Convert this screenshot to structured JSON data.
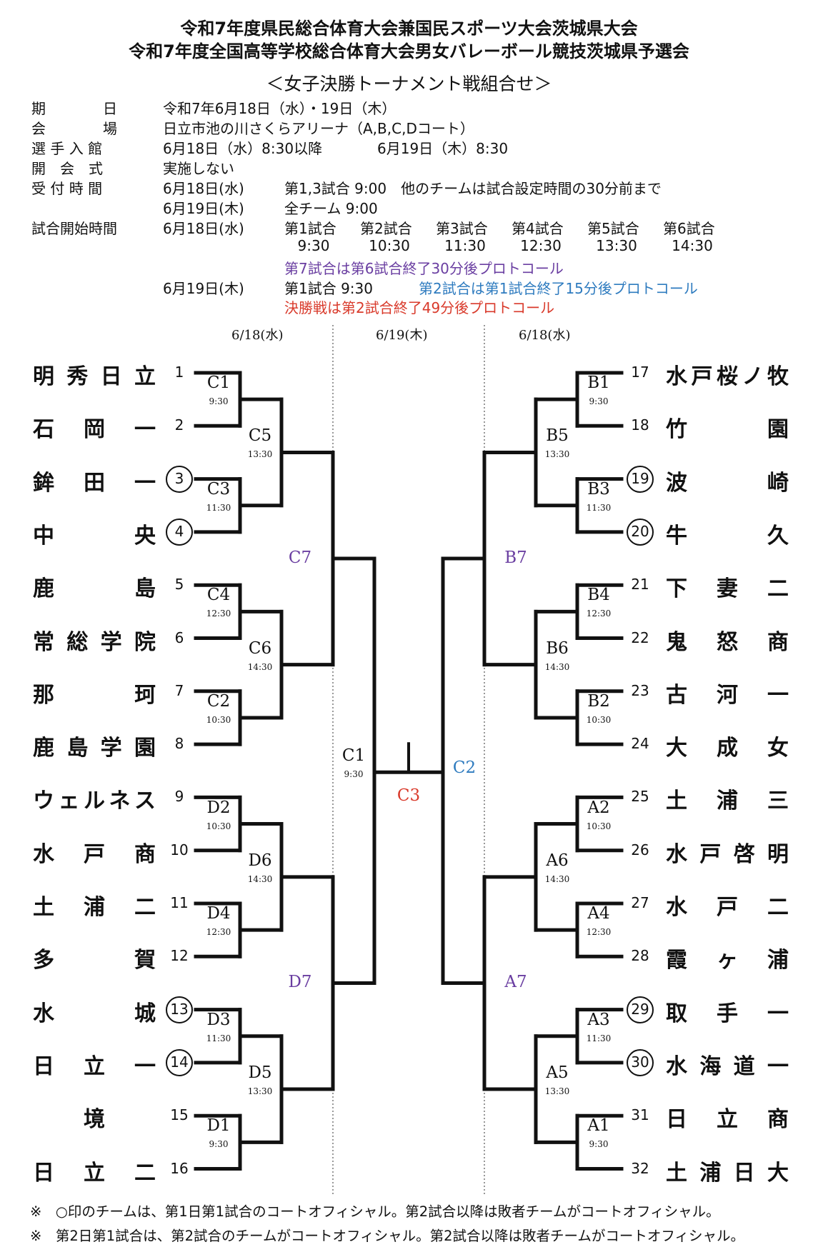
{
  "header": {
    "title1": "令和7年度県民総合体育大会兼国民スポーツ大会茨城県大会",
    "title2": "令和7年度全国高等学校総合体育大会男女バレーボール競技茨城県予選会",
    "subtitle": "＜女子決勝トーナメント戦組合せ＞"
  },
  "info": {
    "period_label": "期　　　　日",
    "period_value": "令和7年6月18日（水）・19日（木）",
    "venue_label": "会　　　　場",
    "venue_value": "日立市池の川さくらアリーナ（A,B,C,Dコート）",
    "entry_label": "選 手 入 館",
    "entry_day1": "6月18日（水）8:30以降",
    "entry_day2": "6月19日（木）8:30",
    "ceremony_label": "開　会　式",
    "ceremony_value": "実施しない",
    "reception_label": "受 付 時 間",
    "reception_day1": "6月18日(水)",
    "reception_day1_value": "第1,3試合 9:00　他のチームは試合設定時間の30分前まで",
    "reception_day2": "6月19日(木)",
    "reception_day2_value": "全チーム 9:00",
    "start_label": "試合開始時間",
    "start_day1": "6月18日(水)",
    "start_games": [
      {
        "name": "第1試合",
        "time": "9:30"
      },
      {
        "name": "第2試合",
        "time": "10:30"
      },
      {
        "name": "第3試合",
        "time": "11:30"
      },
      {
        "name": "第4試合",
        "time": "12:30"
      },
      {
        "name": "第5試合",
        "time": "13:30"
      },
      {
        "name": "第6試合",
        "time": "14:30"
      }
    ],
    "game7_note": "第7試合は第6試合終了30分後プロトコール",
    "start_day2": "6月19日(木)",
    "day2_game1": "第1試合 9:30",
    "day2_game2_note": "第2試合は第1試合終了15分後プロトコール",
    "final_note": "決勝戦は第2試合終了49分後プロトコール"
  },
  "dates": {
    "left": "6/18(水)",
    "center": "6/19(木)",
    "right": "6/18(水)"
  },
  "left_teams": [
    {
      "no": "1",
      "name": "明秀日立",
      "circled": false
    },
    {
      "no": "2",
      "name": "石　岡　一",
      "circled": false
    },
    {
      "no": "3",
      "name": "鉾　田　一",
      "circled": true
    },
    {
      "no": "4",
      "name": "中　　　央",
      "circled": true
    },
    {
      "no": "5",
      "name": "鹿　　　島",
      "circled": false
    },
    {
      "no": "6",
      "name": "常総学院",
      "circled": false
    },
    {
      "no": "7",
      "name": "那　　　珂",
      "circled": false
    },
    {
      "no": "8",
      "name": "鹿島学園",
      "circled": false
    },
    {
      "no": "9",
      "name": "ウェルネス",
      "circled": false
    },
    {
      "no": "10",
      "name": "水　戸　商",
      "circled": false
    },
    {
      "no": "11",
      "name": "土　浦　二",
      "circled": false
    },
    {
      "no": "12",
      "name": "多　　　賀",
      "circled": false
    },
    {
      "no": "13",
      "name": "水　　　城",
      "circled": true
    },
    {
      "no": "14",
      "name": "日　立　一",
      "circled": true
    },
    {
      "no": "15",
      "name": "境",
      "circled": false
    },
    {
      "no": "16",
      "name": "日　立　二",
      "circled": false
    }
  ],
  "right_teams": [
    {
      "no": "17",
      "name": "水戸桜ノ牧",
      "circled": false
    },
    {
      "no": "18",
      "name": "竹　　　園",
      "circled": false
    },
    {
      "no": "19",
      "name": "波　　　崎",
      "circled": true
    },
    {
      "no": "20",
      "name": "牛　　　久",
      "circled": true
    },
    {
      "no": "21",
      "name": "下　妻　二",
      "circled": false
    },
    {
      "no": "22",
      "name": "鬼　怒　商",
      "circled": false
    },
    {
      "no": "23",
      "name": "古　河　一",
      "circled": false
    },
    {
      "no": "24",
      "name": "大　成　女",
      "circled": false
    },
    {
      "no": "25",
      "name": "土　浦　三",
      "circled": false
    },
    {
      "no": "26",
      "name": "水戸啓明",
      "circled": false
    },
    {
      "no": "27",
      "name": "水　戸　二",
      "circled": false
    },
    {
      "no": "28",
      "name": "霞　ヶ　浦",
      "circled": false
    },
    {
      "no": "29",
      "name": "取　手　一",
      "circled": true
    },
    {
      "no": "30",
      "name": "水海道一",
      "circled": true
    },
    {
      "no": "31",
      "name": "日　立　商",
      "circled": false
    },
    {
      "no": "32",
      "name": "土浦日大",
      "circled": false
    }
  ],
  "matches": {
    "left_r1": [
      {
        "label": "C1",
        "time": "9:30"
      },
      {
        "label": "C3",
        "time": "11:30"
      },
      {
        "label": "C4",
        "time": "12:30"
      },
      {
        "label": "C2",
        "time": "10:30"
      },
      {
        "label": "D2",
        "time": "10:30"
      },
      {
        "label": "D4",
        "time": "12:30"
      },
      {
        "label": "D3",
        "time": "11:30"
      },
      {
        "label": "D1",
        "time": "9:30"
      }
    ],
    "left_r2": [
      {
        "label": "C5",
        "time": "13:30"
      },
      {
        "label": "C6",
        "time": "14:30"
      },
      {
        "label": "D6",
        "time": "14:30"
      },
      {
        "label": "D5",
        "time": "13:30"
      }
    ],
    "left_r3": [
      {
        "label": "C7"
      },
      {
        "label": "D7"
      }
    ],
    "right_r1": [
      {
        "label": "B1",
        "time": "9:30"
      },
      {
        "label": "B3",
        "time": "11:30"
      },
      {
        "label": "B4",
        "time": "12:30"
      },
      {
        "label": "B2",
        "time": "10:30"
      },
      {
        "label": "A2",
        "time": "10:30"
      },
      {
        "label": "A4",
        "time": "12:30"
      },
      {
        "label": "A3",
        "time": "11:30"
      },
      {
        "label": "A1",
        "time": "9:30"
      }
    ],
    "right_r2": [
      {
        "label": "B5",
        "time": "13:30"
      },
      {
        "label": "B6",
        "time": "14:30"
      },
      {
        "label": "A6",
        "time": "14:30"
      },
      {
        "label": "A5",
        "time": "13:30"
      }
    ],
    "right_r3": [
      {
        "label": "B7"
      },
      {
        "label": "A7"
      }
    ],
    "semi_left": {
      "label": "C1",
      "time": "9:30"
    },
    "semi_right": {
      "label": "C2"
    },
    "final": {
      "label": "C3"
    }
  },
  "notes": {
    "note1": "※　○印のチームは、第1日第1試合のコートオフィシャル。第2試合以降は敗者チームがコートオフィシャル。",
    "note2": "※　第2日第1試合は、第2試合のチームがコートオフィシャル。第2試合以降は敗者チームがコートオフィシャル。"
  },
  "colors": {
    "purple": "#6a3ea1",
    "blue": "#2e7bbf",
    "red": "#d93a2b",
    "line": "#111111"
  }
}
